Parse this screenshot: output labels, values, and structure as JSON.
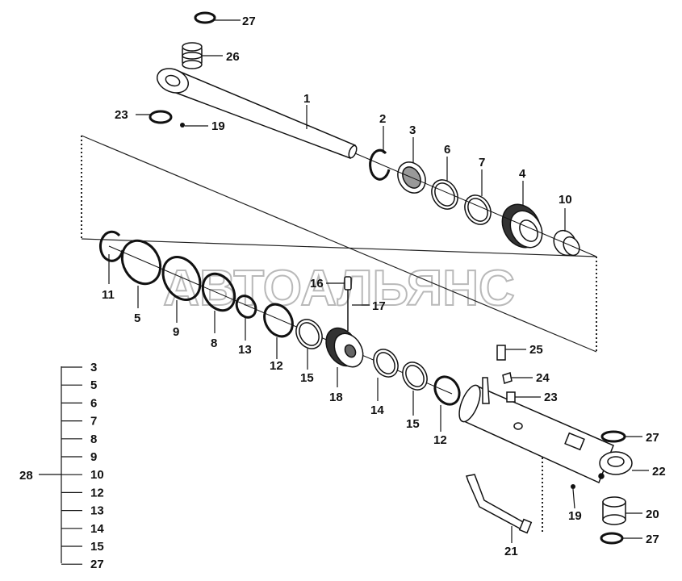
{
  "watermark": "АВТОАЛЬЯНС",
  "callouts": {
    "c1": "1",
    "c2": "2",
    "c3": "3",
    "c4": "4",
    "c6": "6",
    "c7": "7",
    "c10": "10",
    "c27a": "27",
    "c26": "26",
    "c23a": "23",
    "c19a": "19",
    "c11": "11",
    "c5": "5",
    "c9": "9",
    "c8": "8",
    "c13": "13",
    "c12a": "12",
    "c15a": "15",
    "c18": "18",
    "c14": "14",
    "c15b": "15",
    "c12b": "12",
    "c16": "16",
    "c17": "17",
    "c25": "25",
    "c24": "24",
    "c23b": "23",
    "c27b": "27",
    "c22": "22",
    "c19b": "19",
    "c20": "20",
    "c27c": "27",
    "c21": "21"
  },
  "kit": {
    "label": "28",
    "items": [
      "3",
      "5",
      "6",
      "7",
      "8",
      "9",
      "10",
      "12",
      "13",
      "14",
      "15",
      "27"
    ]
  }
}
